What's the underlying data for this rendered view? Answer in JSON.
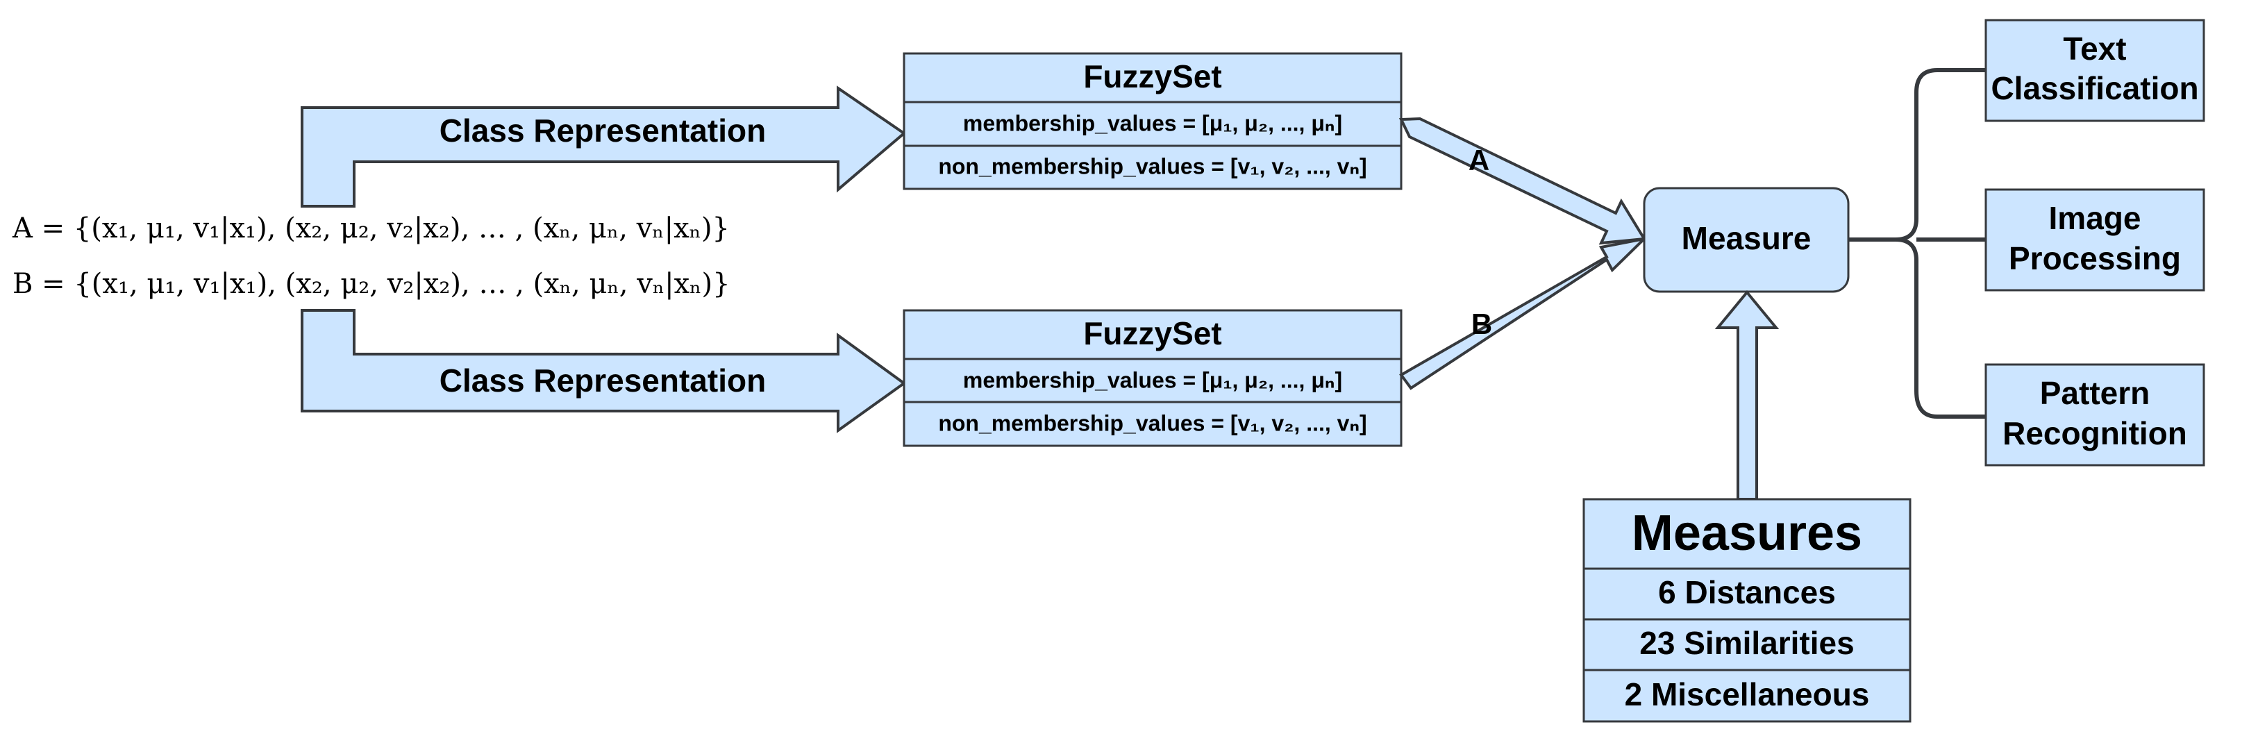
{
  "sets": {
    "a": {
      "text": "A = {(x₁, μ₁, v₁|x₁), (x₂, μ₂, v₂|x₂), … , (xₙ, μₙ, vₙ|xₙ)}"
    },
    "b": {
      "text": "B = {(x₁, μ₁, v₁|x₁), (x₂, μ₂, v₂|x₂), … , (xₙ, μₙ, vₙ|xₙ)}"
    }
  },
  "arrows": {
    "top_label": "Class Representation",
    "bottom_label": "Class Representation",
    "a_label": "A",
    "b_label": "B"
  },
  "fuzzysets": [
    {
      "title": "FuzzySet",
      "membership": "membership_values = [μ₁, μ₂, ..., μₙ]",
      "non_membership": "non_membership_values = [v₁, v₂, ..., vₙ]"
    },
    {
      "title": "FuzzySet",
      "membership": "membership_values = [μ₁, μ₂, ..., μₙ]",
      "non_membership": "non_membership_values = [v₁, v₂, ..., vₙ]"
    }
  ],
  "measure": {
    "label": "Measure"
  },
  "measures": {
    "title": "Measures",
    "items": [
      "6 Distances",
      "23 Similarities",
      "2 Miscellaneous"
    ]
  },
  "applications": [
    {
      "line1": "Text",
      "line2": "Classification"
    },
    {
      "line1": "Image",
      "line2": "Processing"
    },
    {
      "line1": "Pattern",
      "line2": "Recognition"
    }
  ],
  "colors": {
    "fill": "#cce5ff",
    "stroke": "#36393d",
    "text": "#000000"
  }
}
